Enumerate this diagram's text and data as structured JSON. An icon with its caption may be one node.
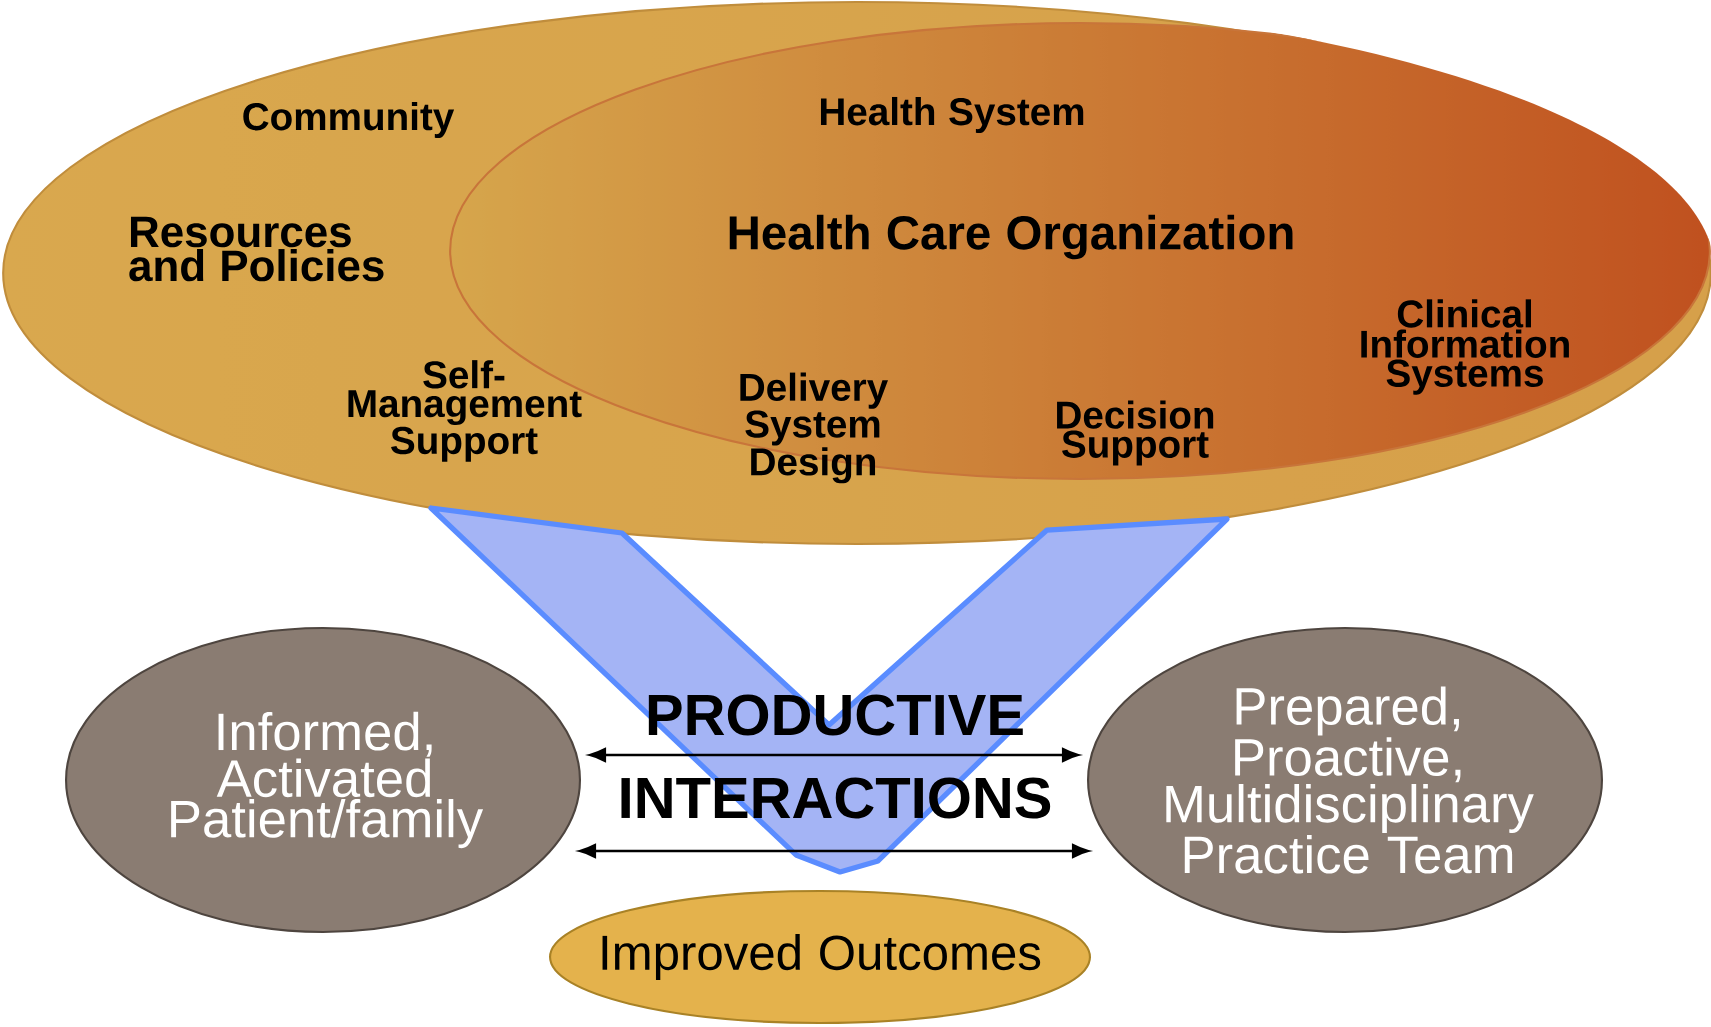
{
  "diagram": {
    "nodes": [
      {
        "text": [
          "Community",
          "Resources and Policies"
        ]
      },
      {
        "text": [
          "Health System",
          "Health Care Organization",
          "Self-Management Support",
          "Delivery System Design",
          "Decision Support",
          "Clinical Information Systems"
        ],
        "in": 0
      },
      {
        "text": [
          "Informed, Activated Patient/family"
        ]
      },
      {
        "text": [
          "Prepared, Proactive, Multidisciplinary Practice Team"
        ]
      },
      {
        "text": [
          "Improved Outcomes"
        ]
      }
    ],
    "edges": [
      {
        "from": 2,
        "to": 3,
        "arrow": "both"
      },
      {
        "from": 2,
        "to": 3,
        "arrow": "both"
      },
      {
        "from": 1,
        "to": 4,
        "arrow": "none",
        "style": "thick",
        "color": "#a4b4f5"
      }
    ],
    "labels": [
      "PRODUCTIVE",
      "INTERACTIONS"
    ]
  }
}
